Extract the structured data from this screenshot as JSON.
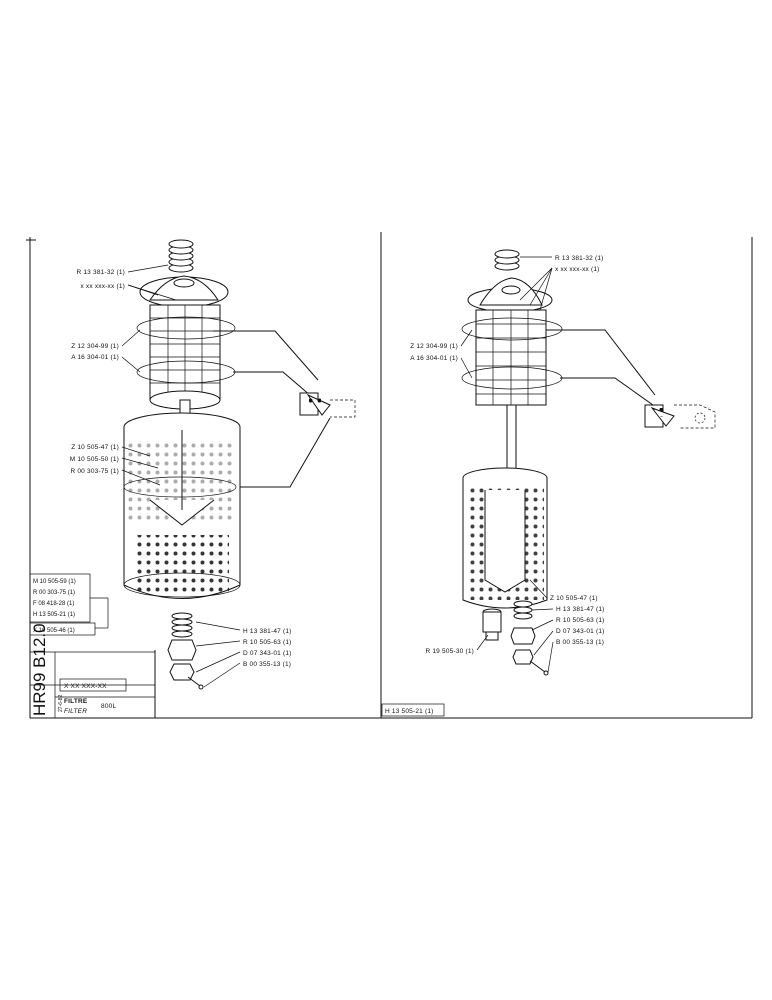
{
  "title_block": {
    "model": "HR99 B12.0",
    "date": "27-6-82",
    "part_number": "X XX XXX-XX",
    "name_fr": "FILTRE",
    "name_en": "FILTER",
    "volume": "800L"
  },
  "left_view": {
    "callouts_top": [
      "R 13 381-32 (1)",
      "x xx xxx-xx (1)"
    ],
    "callouts_rings": [
      "Z 12 304-99 (1)",
      "A 16 304-01 (1)"
    ],
    "callouts_body": [
      "Z 10 505-47 (1)",
      "M 10 505-50 (1)",
      "R 00 303-75 (1)"
    ],
    "kit_box": [
      "M 10 505-59 (1)",
      "R 00 303-75 (1)",
      "F 08 418-28 (1)",
      "H 13 505-21 (1)"
    ],
    "kit_ref": "X 10 505-46 (1)",
    "callouts_bottom": [
      "H 13 381-47 (1)",
      "R 10 505-63 (1)",
      "D 07 343-01 (1)",
      "B 00 355-13 (1)"
    ]
  },
  "right_view": {
    "callouts_top": [
      "R 13 381-32 (1)",
      "x xx xxx-xx (1)"
    ],
    "callouts_rings": [
      "Z 12 304-99 (1)",
      "A 16 304-01 (1)"
    ],
    "callouts_bottom": [
      "Z 10 505-47 (1)",
      "H 13 381-47 (1)",
      "R 10 505-63 (1)",
      "D 07 343-01 (1)",
      "B 00 355-13 (1)"
    ],
    "callout_left": "R 19 505-30 (1)",
    "footer_ref": "H 13 505-21 (1)"
  }
}
